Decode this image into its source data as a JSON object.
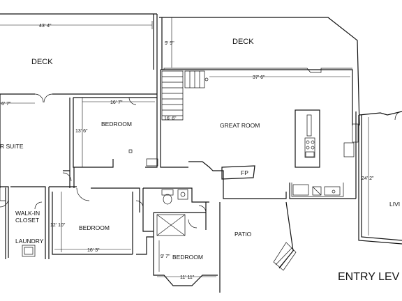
{
  "rooms": {
    "deck_left": "DECK",
    "deck_right": "DECK",
    "suite": "R SUITE",
    "bedroom_upper": "BEDROOM",
    "great_room": "GREAT ROOM",
    "fireplace": "FP",
    "walk_in_closet_line1": "WALK-IN",
    "walk_in_closet_line2": "CLOSET",
    "laundry": "LAUNDRY",
    "bedroom_lower": "BEDROOM",
    "patio": "PATIO",
    "bedroom_small": "BEDROOM",
    "living": "LIVI"
  },
  "dimensions": {
    "d_43_4": "43' 4\"",
    "d_9_9": "9' 9\"",
    "d_37_6": "37' 6\"",
    "d_6_7": "6' 7\"",
    "d_16_7": "16' 7\"",
    "d_13_6": "13' 6\"",
    "d_16_6": "16' 6\"",
    "d_24_2": "24' 2\"",
    "d_12_10": "12' 10\"",
    "d_16_3": "16' 3\"",
    "d_9_7": "9' 7\"",
    "d_11_11": "11' 11\""
  },
  "level_title": "ENTRY LEV"
}
